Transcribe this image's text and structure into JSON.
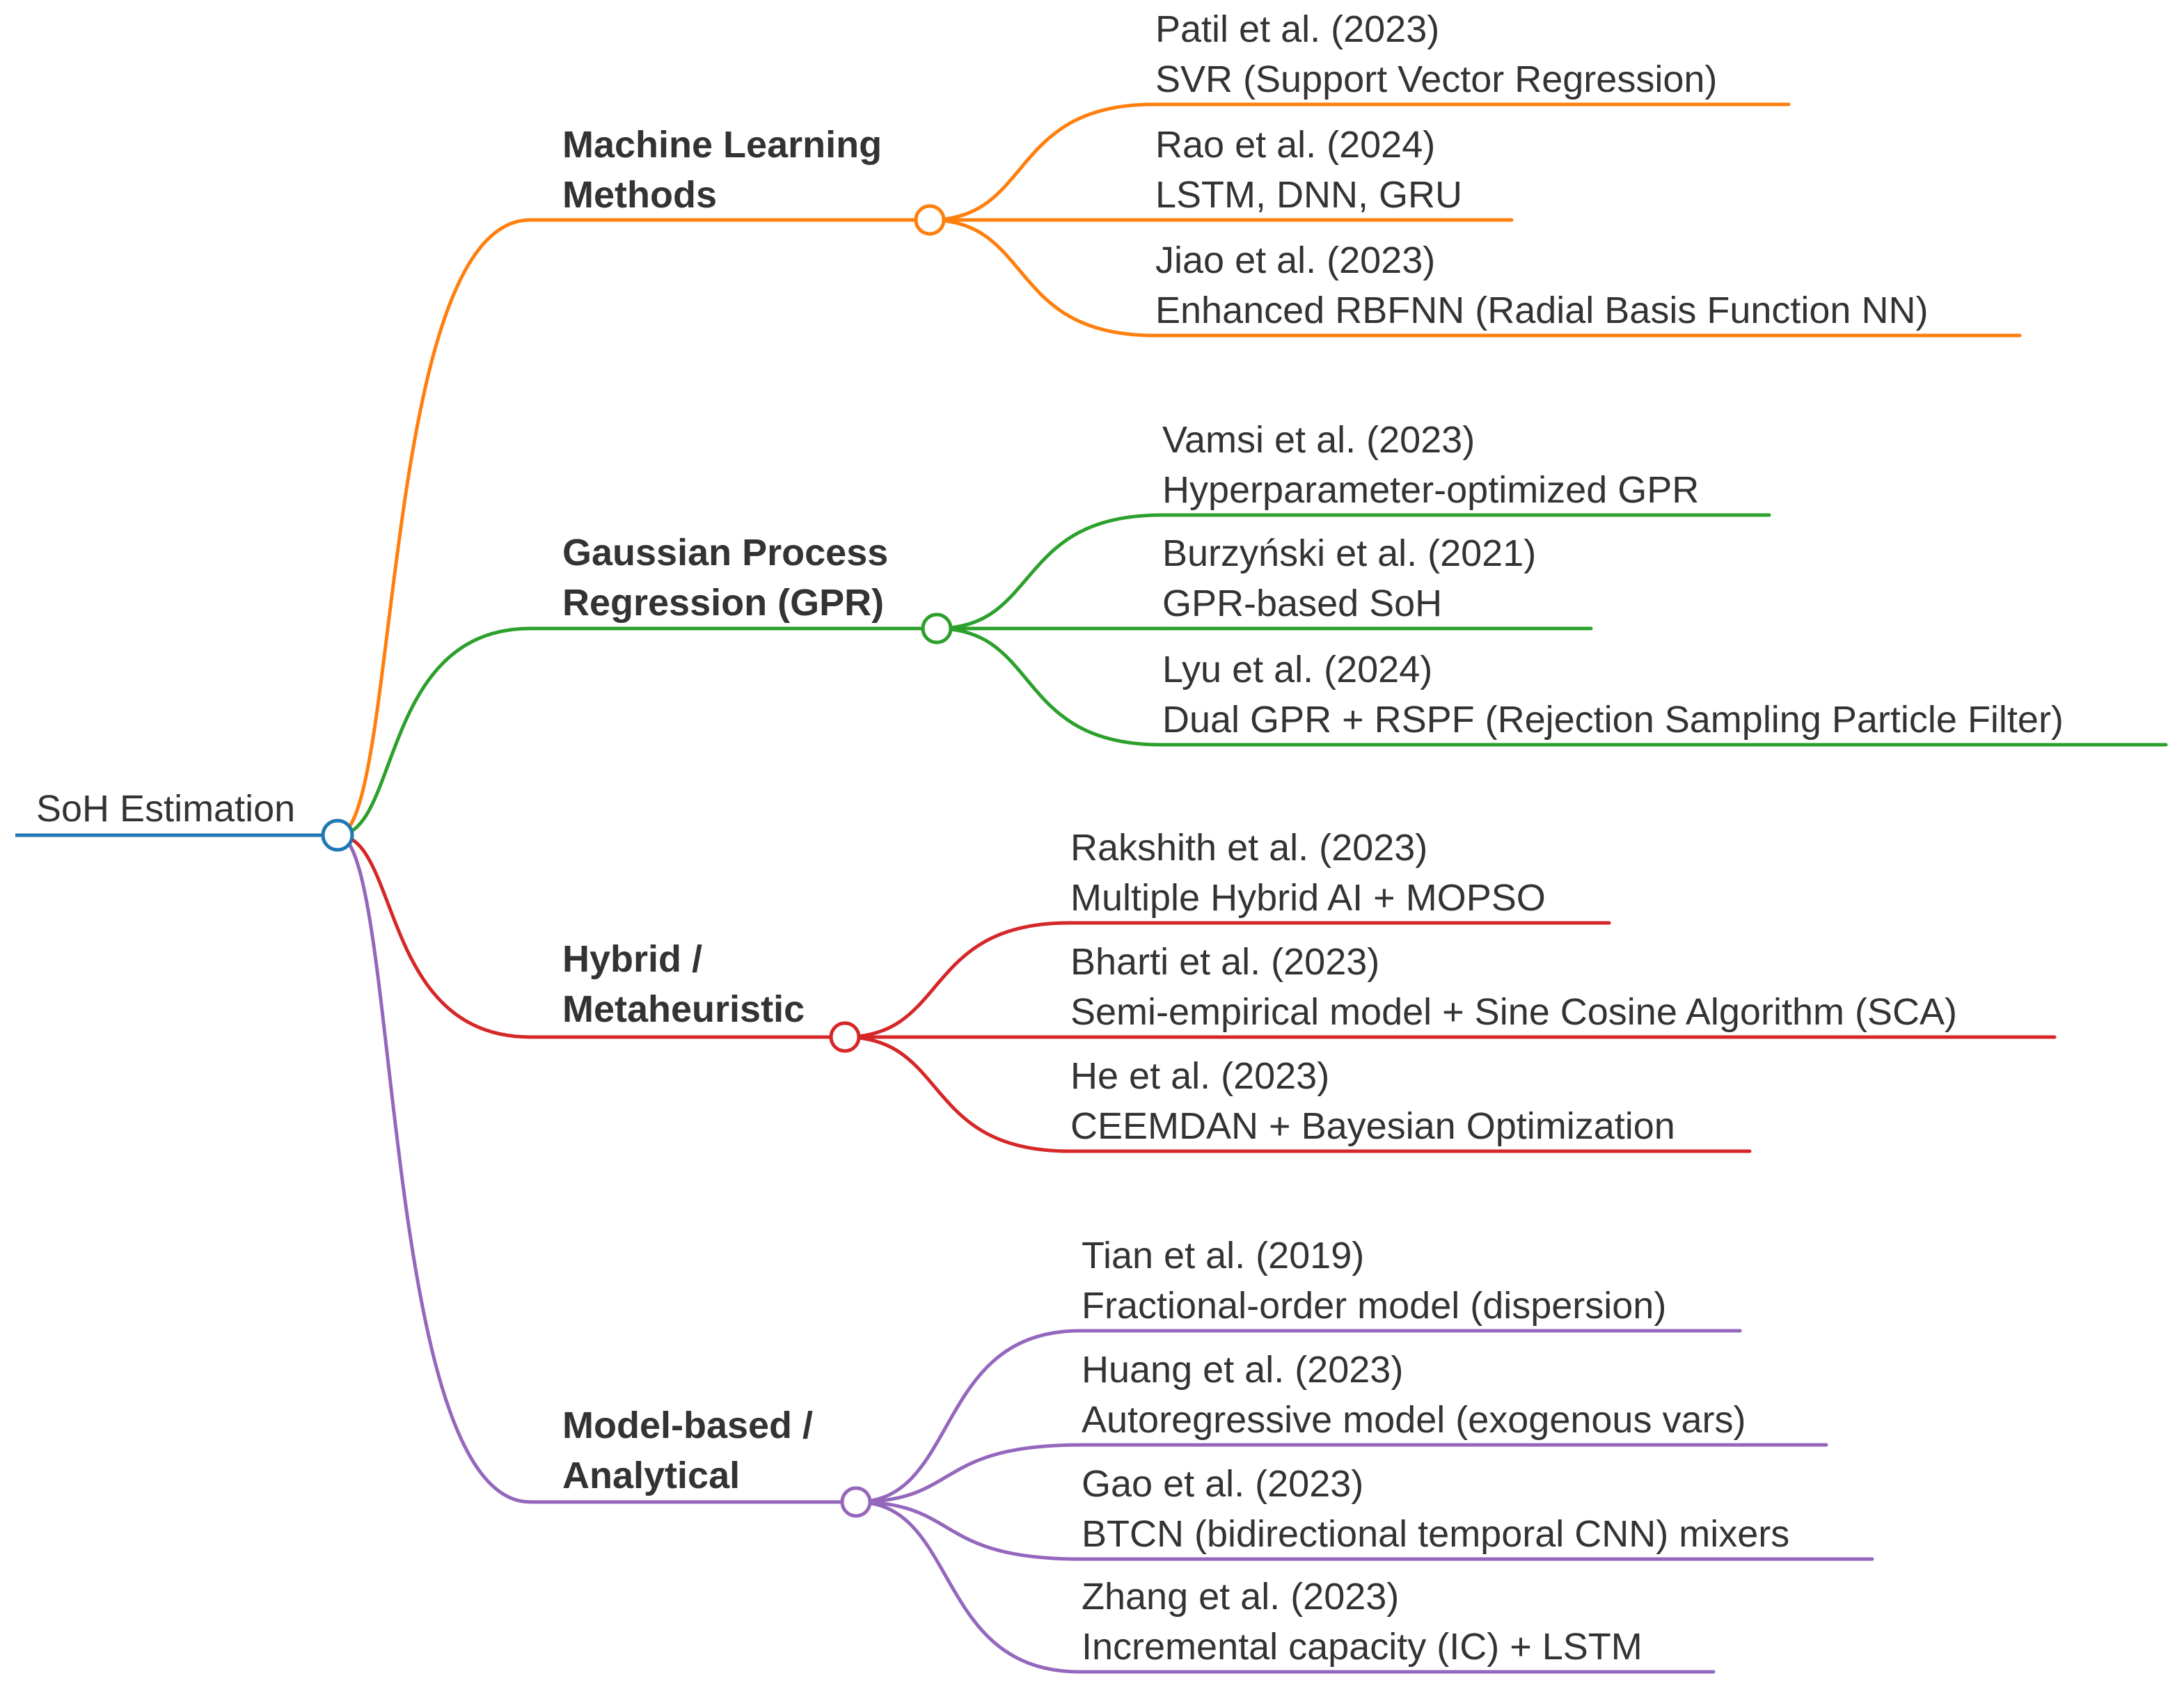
{
  "root": {
    "label": "SoH Estimation",
    "color": "#1f77b4"
  },
  "branches": [
    {
      "name": "machine-learning",
      "label_lines": [
        "Machine Learning",
        "Methods"
      ],
      "color": "#ff7f0e",
      "leaves": [
        {
          "line1": "Patil et al. (2023)",
          "line2": "SVR (Support Vector Regression)"
        },
        {
          "line1": "Rao et al. (2024)",
          "line2": "LSTM, DNN, GRU"
        },
        {
          "line1": "Jiao et al. (2023)",
          "line2": "Enhanced RBFNN (Radial Basis Function NN)"
        }
      ]
    },
    {
      "name": "gpr",
      "label_lines": [
        "Gaussian Process",
        "Regression (GPR)"
      ],
      "color": "#2ca02c",
      "leaves": [
        {
          "line1": "Vamsi et al. (2023)",
          "line2": "Hyperparameter-optimized GPR"
        },
        {
          "line1": "Burzyński et al. (2021)",
          "line2": "GPR-based SoH"
        },
        {
          "line1": "Lyu et al. (2024)",
          "line2": "Dual GPR + RSPF (Rejection Sampling Particle Filter)"
        }
      ]
    },
    {
      "name": "hybrid",
      "label_lines": [
        "Hybrid /",
        "Metaheuristic"
      ],
      "color": "#d62728",
      "leaves": [
        {
          "line1": "Rakshith et al. (2023)",
          "line2": "Multiple Hybrid AI + MOPSO"
        },
        {
          "line1": "Bharti et al. (2023)",
          "line2": "Semi-empirical model + Sine Cosine Algorithm (SCA)"
        },
        {
          "line1": "He et al. (2023)",
          "line2": "CEEMDAN + Bayesian Optimization"
        }
      ]
    },
    {
      "name": "model-based",
      "label_lines": [
        "Model-based /",
        "Analytical"
      ],
      "color": "#9467bd",
      "leaves": [
        {
          "line1": "Tian et al. (2019)",
          "line2": "Fractional-order model (dispersion)"
        },
        {
          "line1": "Huang et al. (2023)",
          "line2": "Autoregressive model (exogenous vars)"
        },
        {
          "line1": "Gao et al. (2023)",
          "line2": "BTCN (bidirectional temporal CNN) mixers"
        },
        {
          "line1": "Zhang et al. (2023)",
          "line2": "Incremental capacity (IC) + LSTM"
        }
      ]
    }
  ]
}
